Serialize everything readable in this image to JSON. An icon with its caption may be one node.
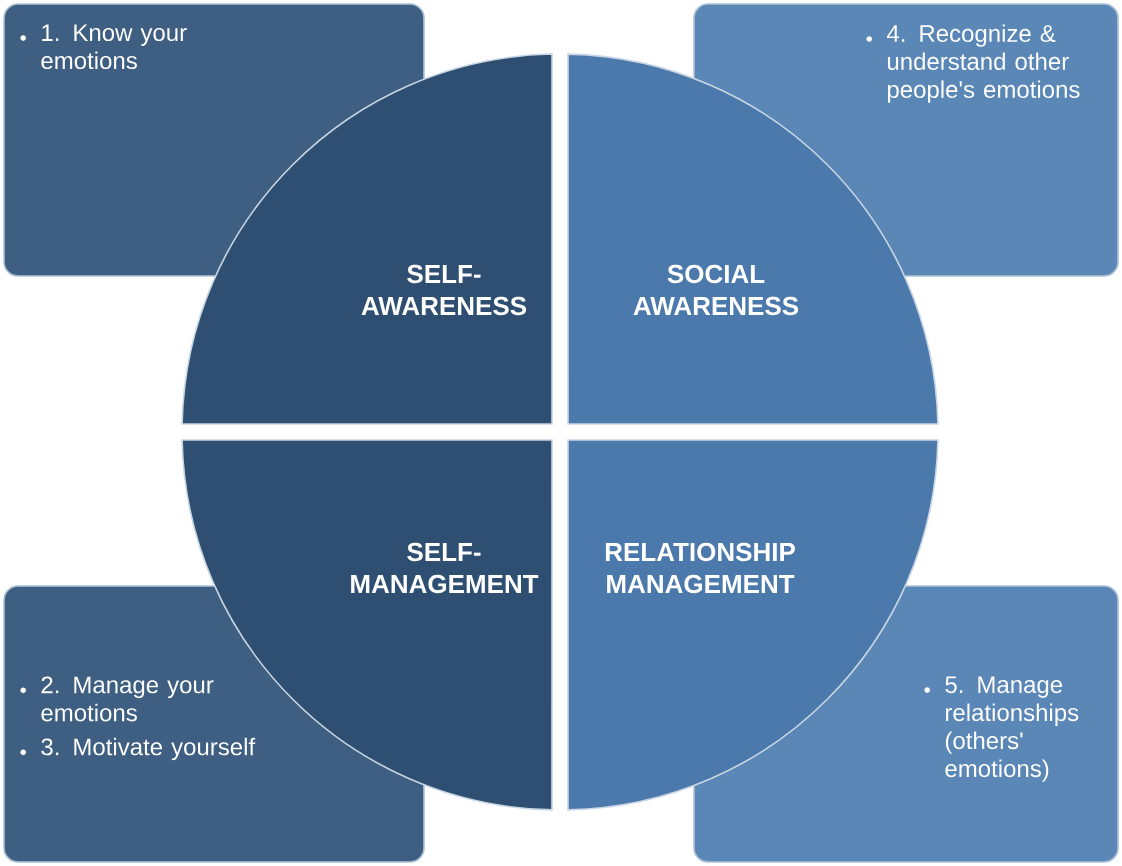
{
  "diagram": {
    "nodes": [
      {
        "text": [
          "1. Know your emotions"
        ]
      },
      {
        "text": [
          "4. Recognize & understand other people's emotions"
        ]
      },
      {
        "text": [
          "SELF-AWARENESS"
        ]
      },
      {
        "text": [
          "SOCIAL AWARENESS"
        ]
      },
      {
        "text": [
          "SELF-MANAGEMENT"
        ]
      },
      {
        "text": [
          "RELATIONSHIP MANAGEMENT"
        ]
      },
      {
        "text": [
          "2. Manage your emotions",
          "3. Motivate yourself"
        ]
      },
      {
        "text": [
          "5. Manage relationships (others' emotions)"
        ]
      }
    ],
    "edges": []
  }
}
